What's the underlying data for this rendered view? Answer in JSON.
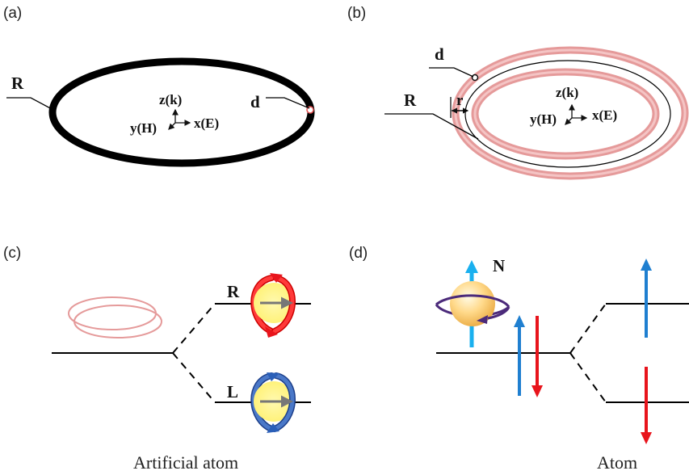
{
  "panels": {
    "a": {
      "label": "(a)",
      "ring_label": "R",
      "wire_label": "d",
      "axes": {
        "z": "z(k)",
        "y": "y(H)",
        "x": "x(E)"
      }
    },
    "b": {
      "label": "(b)",
      "wire_label": "d",
      "ring_label": "R",
      "gap_label": "r",
      "axes": {
        "z": "z(k)",
        "y": "y(H)",
        "x": "x(E)"
      }
    },
    "c": {
      "label": "(c)",
      "upper_level": "R",
      "lower_level": "L",
      "caption": "Artificial atom"
    },
    "d": {
      "label": "(d)",
      "spin_label": "N",
      "caption": "Atom"
    }
  },
  "colors": {
    "ring_pink": "#e59a9a",
    "ring_pink_dark": "#d47a7a",
    "spin_red": "#e8141c",
    "spin_blue": "#1f7fd0",
    "spin_lightblue": "#1ab0ef",
    "ball_yellow": "#ffe98a",
    "orbit_purple": "#4b2a7a"
  }
}
